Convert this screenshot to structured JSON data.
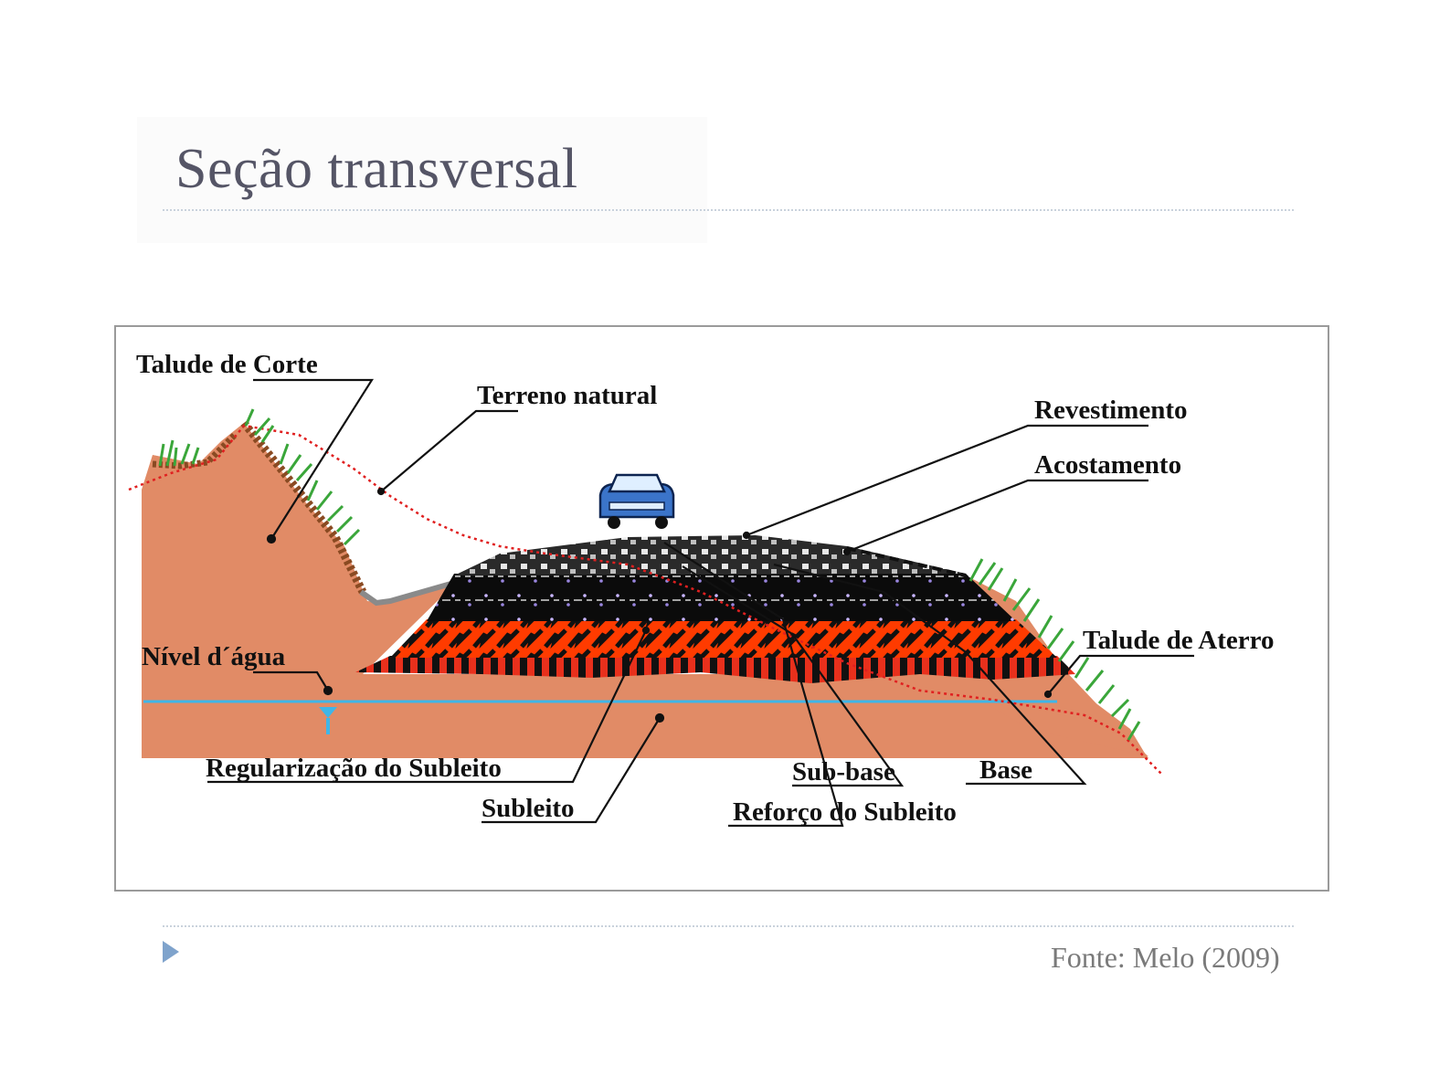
{
  "slide": {
    "title": "Seção transversal",
    "source": "Fonte: Melo (2009)"
  },
  "diagram": {
    "labels": {
      "talude_corte": "Talude de Corte",
      "terreno_natural": "Terreno natural",
      "revestimento": "Revestimento",
      "acostamento": "Acostamento",
      "talude_aterro": "Talude de Aterro",
      "nivel_agua": "Nível d´água",
      "regularizacao": "Regularização do Subleito",
      "subleito": "Subleito",
      "sub_base": "Sub-base",
      "reforco": "Reforço do Subleito",
      "base": "Base"
    },
    "colors": {
      "soil": "#e18b66",
      "water": "#3fb6e8",
      "grass": "#3aa63a",
      "terrain_line": "#e02020",
      "red_layer": "#ff3300",
      "base_layer": "#111111",
      "car": "#3b74c9"
    }
  }
}
